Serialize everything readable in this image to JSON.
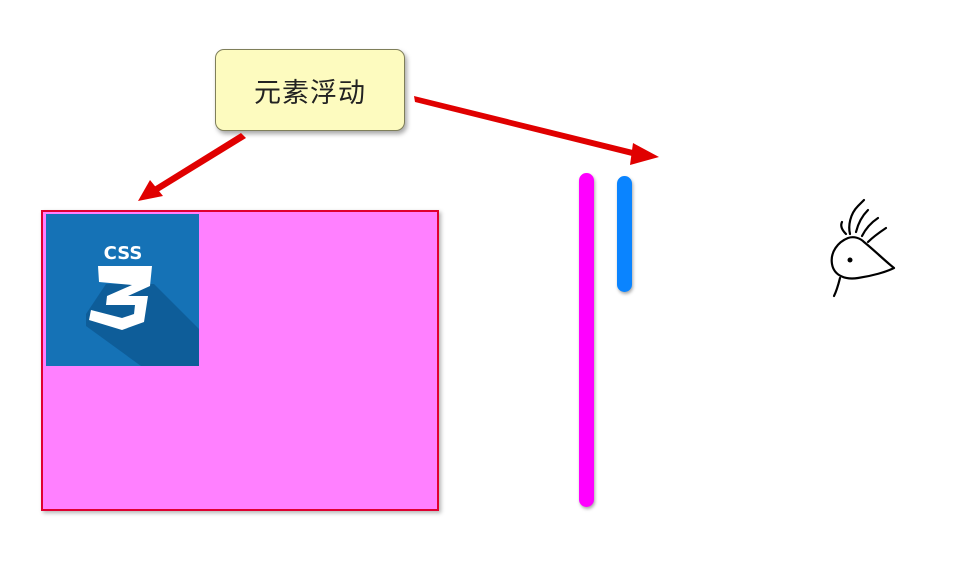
{
  "callout": {
    "label": "元素浮动",
    "fill_color": "#fdfbbf"
  },
  "float_box": {
    "fill_color": "#ff80ff",
    "border_color": "#e00030"
  },
  "css_logo": {
    "icon": "css3-logo-icon",
    "text": "CSS",
    "numeral": "3",
    "background": "#1572b6"
  },
  "bars": [
    {
      "name": "magenta-bar",
      "color": "#ff00ff"
    },
    {
      "name": "blue-bar",
      "color": "#0a84ff"
    }
  ],
  "arrows": {
    "color": "#e00000",
    "count": 2
  },
  "doodle": {
    "icon": "hand-drawn-eye-doodle-icon"
  }
}
